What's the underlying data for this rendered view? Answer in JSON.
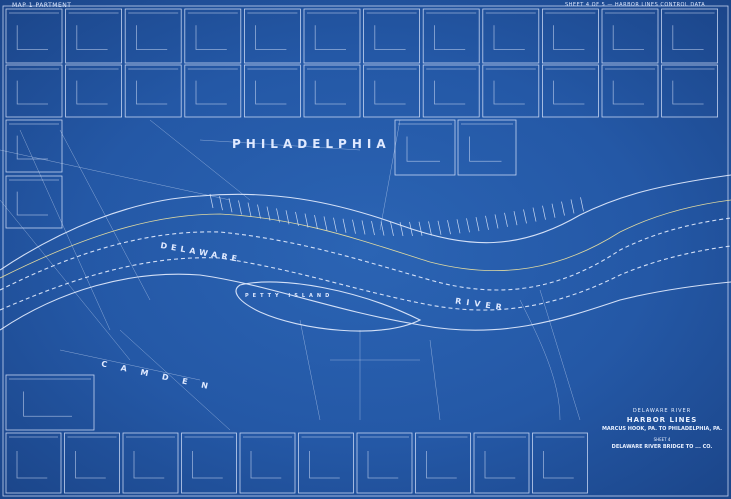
{
  "map": {
    "header_left": "MAP 1 PARTMENT",
    "header_right": "SHEET 4 OF 5 — HARBOR LINES CONTROL DATA",
    "labels": {
      "city_north": "PHILADELPHIA",
      "city_south": "CAMDEN",
      "river_west": "DELAWARE",
      "river_east": "RIVER",
      "island": "PETTY ISLAND"
    },
    "title_block": {
      "line1": "DELAWARE RIVER",
      "line2": "HARBOR LINES",
      "line3": "MARCUS HOOK, PA. TO PHILADELPHIA, PA.",
      "line4": "SHEET 4",
      "line5": "DELAWARE RIVER BRIDGE TO ... CO."
    },
    "colors": {
      "paper": "#2458a6",
      "ink": "#e8f0ff",
      "highlight": "#f3e7a0"
    }
  }
}
